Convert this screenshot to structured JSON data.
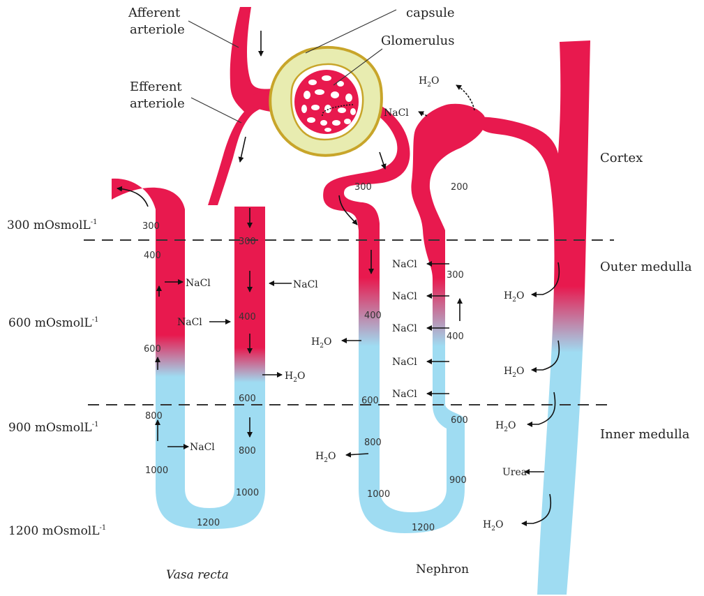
{
  "colors": {
    "oxygenated": "#e8194e",
    "dilute": "#9fdcf2",
    "capsule": "#e8ecb0",
    "capsule_rim": "#c8a52a"
  },
  "labels": {
    "afferent": [
      "Afferent",
      "arteriole"
    ],
    "efferent": [
      "Efferent",
      "arteriole"
    ],
    "capsule": "capsule",
    "glomerulus": "Glomerulus",
    "cortex": "Cortex",
    "outer_medulla": "Outer medulla",
    "inner_medulla": "Inner medulla",
    "vasa_recta": "Vasa recta",
    "nephron": "Nephron"
  },
  "osmolarity": [
    "300 mOsmolL",
    "600 mOsmolL",
    "900 mOsmolL",
    "1200 mOsmolL"
  ],
  "osmolarity_sup": "-1",
  "vasa_values": [
    "300",
    "400",
    "600",
    "800",
    "1000",
    "1200",
    "300",
    "400",
    "600",
    "800",
    "1000"
  ],
  "nephron_values": [
    "300",
    "400",
    "600",
    "800",
    "1000",
    "1200",
    "200",
    "300",
    "400",
    "600",
    "900"
  ],
  "salt": {
    "nacl": "NaCl",
    "h2o_main": "H",
    "h2o_sub": "2",
    "h2o_end": "O",
    "urea": "Urea"
  }
}
